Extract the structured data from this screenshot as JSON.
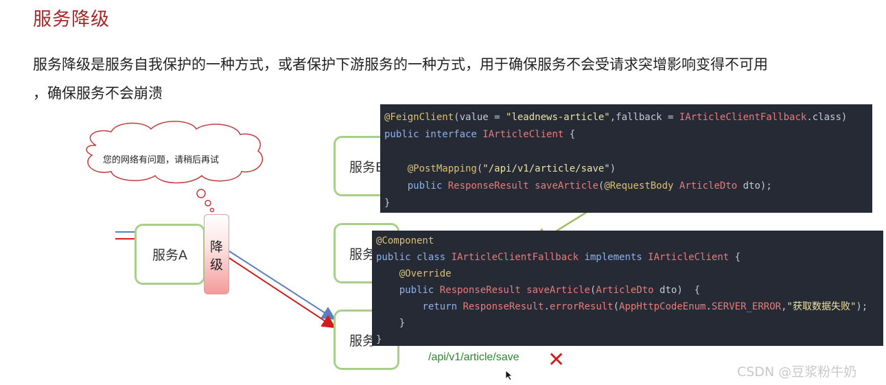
{
  "slide": {
    "title": "服务降级",
    "description_line1": "服务降级是服务自我保护的一种方式，或者保护下游服务的一种方式，用于确保服务不会受请求突增影响变得不可用",
    "description_line2": "，确保服务不会崩溃"
  },
  "diagram": {
    "cloud_text": "您的网络有问题，请稍后再试",
    "service_a": "服务A",
    "degrade_box": [
      "降",
      "级"
    ],
    "service_b": "服务B",
    "service_c": "服务",
    "service_d": "服务",
    "failed_url": "/api/v1/article/save",
    "fail_mark": "✕"
  },
  "code_block_1": {
    "lines": [
      [
        {
          "t": "@FeignClient",
          "c": "ann"
        },
        {
          "t": "(value = ",
          "c": "pl"
        },
        {
          "t": "\"leadnews-article\"",
          "c": "st"
        },
        {
          "t": ",fallback = ",
          "c": "pl"
        },
        {
          "t": "IArticleClientFallback",
          "c": "ty"
        },
        {
          "t": ".class)",
          "c": "pl"
        }
      ],
      [
        {
          "t": "public interface ",
          "c": "kw"
        },
        {
          "t": "IArticleClient",
          "c": "ty"
        },
        {
          "t": " {",
          "c": "pl"
        }
      ],
      [],
      [
        {
          "t": "    @PostMapping",
          "c": "ann"
        },
        {
          "t": "(",
          "c": "pl"
        },
        {
          "t": "\"/api/v1/article/save\"",
          "c": "st"
        },
        {
          "t": ")",
          "c": "pl"
        }
      ],
      [
        {
          "t": "    public ",
          "c": "kw"
        },
        {
          "t": "ResponseResult ",
          "c": "ty"
        },
        {
          "t": "saveArticle",
          "c": "ty"
        },
        {
          "t": "(",
          "c": "pl"
        },
        {
          "t": "@RequestBody ",
          "c": "ann"
        },
        {
          "t": "ArticleDto ",
          "c": "ty"
        },
        {
          "t": "dto);",
          "c": "pl"
        }
      ],
      [
        {
          "t": "}",
          "c": "pl"
        }
      ]
    ]
  },
  "code_block_2": {
    "lines": [
      [
        {
          "t": "@Component",
          "c": "ann"
        }
      ],
      [
        {
          "t": "public class ",
          "c": "kw"
        },
        {
          "t": "IArticleClientFallback ",
          "c": "ty"
        },
        {
          "t": "implements ",
          "c": "kw"
        },
        {
          "t": "IArticleClient",
          "c": "ty"
        },
        {
          "t": " {",
          "c": "pl"
        }
      ],
      [
        {
          "t": "    @Override",
          "c": "ann"
        }
      ],
      [
        {
          "t": "    public ",
          "c": "kw"
        },
        {
          "t": "ResponseResult ",
          "c": "ty"
        },
        {
          "t": "saveArticle",
          "c": "ty"
        },
        {
          "t": "(",
          "c": "pl"
        },
        {
          "t": "ArticleDto ",
          "c": "ty"
        },
        {
          "t": "dto)  {",
          "c": "pl"
        }
      ],
      [
        {
          "t": "        return ",
          "c": "kw"
        },
        {
          "t": "ResponseResult",
          "c": "ty"
        },
        {
          "t": ".",
          "c": "pl"
        },
        {
          "t": "errorResult",
          "c": "ty"
        },
        {
          "t": "(",
          "c": "pl"
        },
        {
          "t": "AppHttpCodeEnum",
          "c": "ty"
        },
        {
          "t": ".",
          "c": "pl"
        },
        {
          "t": "SERVER_ERROR",
          "c": "ty"
        },
        {
          "t": ",",
          "c": "pl"
        },
        {
          "t": "\"获取数据失败\"",
          "c": "st"
        },
        {
          "t": ");",
          "c": "pl"
        }
      ],
      [
        {
          "t": "    }",
          "c": "pl"
        }
      ],
      [
        {
          "t": "}",
          "c": "pl"
        }
      ]
    ]
  },
  "watermark": "CSDN @豆浆粉牛奶",
  "colors": {
    "title": "#a8272b",
    "code_bg": "#262a35",
    "service_border": "#a7cf8a",
    "arrow_blue": "#5a7fbf",
    "arrow_red": "#d11c1c",
    "connector_green": "#9bbf5a"
  }
}
